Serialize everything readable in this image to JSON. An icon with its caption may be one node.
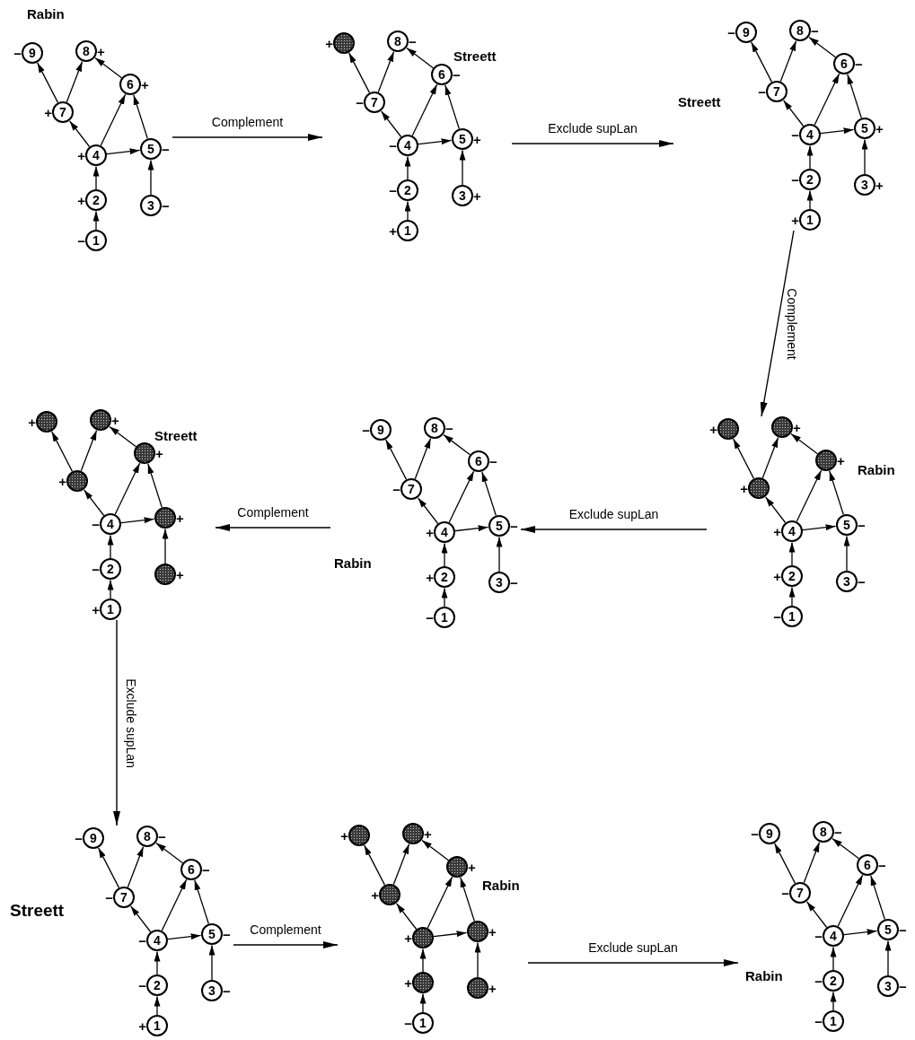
{
  "diagram": {
    "nodes": [
      {
        "text": [
          "Rabin"
        ]
      },
      {
        "text": [
          "9"
        ],
        "beside": [
          "−"
        ],
        "in": 0
      },
      {
        "text": [
          "8"
        ],
        "beside": [
          "+"
        ],
        "in": 0
      },
      {
        "text": [
          "6"
        ],
        "beside": [
          "+"
        ],
        "in": 0
      },
      {
        "text": [
          "7"
        ],
        "beside": [
          "+"
        ],
        "in": 0
      },
      {
        "text": [
          "4"
        ],
        "beside": [
          "+"
        ],
        "in": 0
      },
      {
        "text": [
          "5"
        ],
        "beside": [
          "−"
        ],
        "in": 0
      },
      {
        "text": [
          "2"
        ],
        "beside": [
          "+"
        ],
        "in": 0
      },
      {
        "text": [
          "3"
        ],
        "beside": [
          "−"
        ],
        "in": 0
      },
      {
        "text": [
          "1"
        ],
        "beside": [
          "−"
        ],
        "in": 0
      },
      {
        "text": [
          "Streett"
        ]
      },
      {
        "text": [],
        "shape": "circle",
        "beside": [
          "+"
        ],
        "in": 10
      },
      {
        "text": [
          "8"
        ],
        "beside": [
          "−"
        ],
        "in": 10
      },
      {
        "text": [
          "6"
        ],
        "beside": [
          "−"
        ],
        "in": 10
      },
      {
        "text": [
          "7"
        ],
        "beside": [
          "−"
        ],
        "in": 10
      },
      {
        "text": [
          "4"
        ],
        "beside": [
          "−"
        ],
        "in": 10
      },
      {
        "text": [
          "5"
        ],
        "beside": [
          "+"
        ],
        "in": 10
      },
      {
        "text": [
          "2"
        ],
        "beside": [
          "−"
        ],
        "in": 10
      },
      {
        "text": [
          "3"
        ],
        "beside": [
          "+"
        ],
        "in": 10
      },
      {
        "text": [
          "1"
        ],
        "beside": [
          "+"
        ],
        "in": 10
      },
      {
        "text": [
          "Streett"
        ]
      },
      {
        "text": [
          "9"
        ],
        "beside": [
          "−"
        ],
        "in": 20
      },
      {
        "text": [
          "8"
        ],
        "beside": [
          "−"
        ],
        "in": 20
      },
      {
        "text": [
          "6"
        ],
        "beside": [
          "−"
        ],
        "in": 20
      },
      {
        "text": [
          "7"
        ],
        "beside": [
          "−"
        ],
        "in": 20
      },
      {
        "text": [
          "4"
        ],
        "beside": [
          "−"
        ],
        "in": 20
      },
      {
        "text": [
          "5"
        ],
        "beside": [
          "+"
        ],
        "in": 20
      },
      {
        "text": [
          "2"
        ],
        "beside": [
          "−"
        ],
        "in": 20
      },
      {
        "text": [
          "3"
        ],
        "beside": [
          "+"
        ],
        "in": 20
      },
      {
        "text": [
          "1"
        ],
        "beside": [
          "+"
        ],
        "in": 20
      },
      {
        "text": [
          "Streett"
        ]
      },
      {
        "text": [],
        "shape": "circle",
        "beside": [
          "+"
        ],
        "in": 30
      },
      {
        "text": [],
        "shape": "circle",
        "beside": [
          "+"
        ],
        "in": 30
      },
      {
        "text": [],
        "shape": "circle",
        "beside": [
          "+"
        ],
        "in": 30
      },
      {
        "text": [],
        "shape": "circle",
        "beside": [
          "+"
        ],
        "in": 30
      },
      {
        "text": [
          "4"
        ],
        "beside": [
          "−"
        ],
        "in": 30
      },
      {
        "text": [],
        "shape": "circle",
        "beside": [
          "+"
        ],
        "in": 30
      },
      {
        "text": [
          "2"
        ],
        "beside": [
          "−"
        ],
        "in": 30
      },
      {
        "text": [],
        "shape": "circle",
        "beside": [
          "+"
        ],
        "in": 30
      },
      {
        "text": [
          "1"
        ],
        "beside": [
          "+"
        ],
        "in": 30
      },
      {
        "text": [
          "Rabin"
        ]
      },
      {
        "text": [
          "9"
        ],
        "beside": [
          "−"
        ],
        "in": 40
      },
      {
        "text": [
          "8"
        ],
        "beside": [
          "−"
        ],
        "in": 40
      },
      {
        "text": [
          "6"
        ],
        "beside": [
          "−"
        ],
        "in": 40
      },
      {
        "text": [
          "7"
        ],
        "beside": [
          "−"
        ],
        "in": 40
      },
      {
        "text": [
          "4"
        ],
        "beside": [
          "+"
        ],
        "in": 40
      },
      {
        "text": [
          "5"
        ],
        "beside": [
          "−"
        ],
        "in": 40
      },
      {
        "text": [
          "2"
        ],
        "beside": [
          "+"
        ],
        "in": 40
      },
      {
        "text": [
          "3"
        ],
        "beside": [
          "−"
        ],
        "in": 40
      },
      {
        "text": [
          "1"
        ],
        "beside": [
          "−"
        ],
        "in": 40
      },
      {
        "text": [
          "Rabin"
        ]
      },
      {
        "text": [],
        "shape": "circle",
        "beside": [
          "+"
        ],
        "in": 50
      },
      {
        "text": [],
        "shape": "circle",
        "beside": [
          "+"
        ],
        "in": 50
      },
      {
        "text": [],
        "shape": "circle",
        "beside": [
          "+"
        ],
        "in": 50
      },
      {
        "text": [],
        "shape": "circle",
        "beside": [
          "+"
        ],
        "in": 50
      },
      {
        "text": [
          "4"
        ],
        "beside": [
          "+"
        ],
        "in": 50
      },
      {
        "text": [
          "5"
        ],
        "beside": [
          "−"
        ],
        "in": 50
      },
      {
        "text": [
          "2"
        ],
        "beside": [
          "+"
        ],
        "in": 50
      },
      {
        "text": [
          "3"
        ],
        "beside": [
          "−"
        ],
        "in": 50
      },
      {
        "text": [
          "1"
        ],
        "beside": [
          "−"
        ],
        "in": 50
      },
      {
        "text": [
          "Streett"
        ]
      },
      {
        "text": [
          "9"
        ],
        "beside": [
          "−"
        ],
        "in": 60
      },
      {
        "text": [
          "8"
        ],
        "beside": [
          "−"
        ],
        "in": 60
      },
      {
        "text": [
          "6"
        ],
        "beside": [
          "−"
        ],
        "in": 60
      },
      {
        "text": [
          "7"
        ],
        "beside": [
          "−"
        ],
        "in": 60
      },
      {
        "text": [
          "4"
        ],
        "beside": [
          "−"
        ],
        "in": 60
      },
      {
        "text": [
          "5"
        ],
        "beside": [
          "−"
        ],
        "in": 60
      },
      {
        "text": [
          "2"
        ],
        "beside": [
          "−"
        ],
        "in": 60
      },
      {
        "text": [
          "3"
        ],
        "beside": [
          "−"
        ],
        "in": 60
      },
      {
        "text": [
          "1"
        ],
        "beside": [
          "+"
        ],
        "in": 60
      },
      {
        "text": [
          "Rabin"
        ]
      },
      {
        "text": [],
        "shape": "circle",
        "beside": [
          "+"
        ],
        "in": 70
      },
      {
        "text": [],
        "shape": "circle",
        "beside": [
          "+"
        ],
        "in": 70
      },
      {
        "text": [],
        "shape": "circle",
        "beside": [
          "+"
        ],
        "in": 70
      },
      {
        "text": [],
        "shape": "circle",
        "beside": [
          "+"
        ],
        "in": 70
      },
      {
        "text": [],
        "shape": "circle",
        "beside": [
          "+"
        ],
        "in": 70
      },
      {
        "text": [],
        "shape": "circle",
        "beside": [
          "+"
        ],
        "in": 70
      },
      {
        "text": [],
        "shape": "circle",
        "beside": [
          "+"
        ],
        "in": 70
      },
      {
        "text": [],
        "shape": "circle",
        "beside": [
          "+"
        ],
        "in": 70
      },
      {
        "text": [
          "1"
        ],
        "beside": [
          "−"
        ],
        "in": 70
      },
      {
        "text": [
          "Rabin"
        ]
      },
      {
        "text": [
          "9"
        ],
        "beside": [
          "−"
        ],
        "in": 80
      },
      {
        "text": [
          "8"
        ],
        "beside": [
          "−"
        ],
        "in": 80
      },
      {
        "text": [
          "6"
        ],
        "beside": [
          "−"
        ],
        "in": 80
      },
      {
        "text": [
          "7"
        ],
        "beside": [
          "−"
        ],
        "in": 80
      },
      {
        "text": [
          "4"
        ],
        "beside": [
          "−"
        ],
        "in": 80
      },
      {
        "text": [
          "5"
        ],
        "beside": [
          "−"
        ],
        "in": 80
      },
      {
        "text": [
          "2"
        ],
        "beside": [
          "−"
        ],
        "in": 80
      },
      {
        "text": [
          "3"
        ],
        "beside": [
          "−"
        ],
        "in": 80
      },
      {
        "text": [
          "1"
        ],
        "beside": [
          "−"
        ],
        "in": 80
      }
    ],
    "edges": [
      {
        "from": 4,
        "to": 1,
        "arrow": "to"
      },
      {
        "from": 4,
        "to": 2,
        "arrow": "to"
      },
      {
        "from": 3,
        "to": 2,
        "arrow": "to"
      },
      {
        "from": 5,
        "to": 4,
        "arrow": "to"
      },
      {
        "from": 5,
        "to": 3,
        "arrow": "to"
      },
      {
        "from": 5,
        "to": 6,
        "arrow": "to"
      },
      {
        "from": 6,
        "to": 3,
        "arrow": "to"
      },
      {
        "from": 7,
        "to": 5,
        "arrow": "to"
      },
      {
        "from": 8,
        "to": 6,
        "arrow": "to"
      },
      {
        "from": 9,
        "to": 7,
        "arrow": "to"
      },
      {
        "from": 14,
        "to": 11,
        "arrow": "to"
      },
      {
        "from": 14,
        "to": 12,
        "arrow": "to"
      },
      {
        "from": 13,
        "to": 12,
        "arrow": "to"
      },
      {
        "from": 15,
        "to": 14,
        "arrow": "to"
      },
      {
        "from": 15,
        "to": 13,
        "arrow": "to"
      },
      {
        "from": 15,
        "to": 16,
        "arrow": "to"
      },
      {
        "from": 16,
        "to": 13,
        "arrow": "to"
      },
      {
        "from": 17,
        "to": 15,
        "arrow": "to"
      },
      {
        "from": 18,
        "to": 16,
        "arrow": "to"
      },
      {
        "from": 19,
        "to": 17,
        "arrow": "to"
      },
      {
        "from": 24,
        "to": 21,
        "arrow": "to"
      },
      {
        "from": 24,
        "to": 22,
        "arrow": "to"
      },
      {
        "from": 23,
        "to": 22,
        "arrow": "to"
      },
      {
        "from": 25,
        "to": 24,
        "arrow": "to"
      },
      {
        "from": 25,
        "to": 23,
        "arrow": "to"
      },
      {
        "from": 25,
        "to": 26,
        "arrow": "to"
      },
      {
        "from": 26,
        "to": 23,
        "arrow": "to"
      },
      {
        "from": 27,
        "to": 25,
        "arrow": "to"
      },
      {
        "from": 28,
        "to": 26,
        "arrow": "to"
      },
      {
        "from": 29,
        "to": 27,
        "arrow": "to"
      },
      {
        "from": 34,
        "to": 31,
        "arrow": "to"
      },
      {
        "from": 34,
        "to": 32,
        "arrow": "to"
      },
      {
        "from": 33,
        "to": 32,
        "arrow": "to"
      },
      {
        "from": 35,
        "to": 34,
        "arrow": "to"
      },
      {
        "from": 35,
        "to": 33,
        "arrow": "to"
      },
      {
        "from": 35,
        "to": 36,
        "arrow": "to"
      },
      {
        "from": 36,
        "to": 33,
        "arrow": "to"
      },
      {
        "from": 37,
        "to": 35,
        "arrow": "to"
      },
      {
        "from": 38,
        "to": 36,
        "arrow": "to"
      },
      {
        "from": 39,
        "to": 37,
        "arrow": "to"
      },
      {
        "from": 44,
        "to": 41,
        "arrow": "to"
      },
      {
        "from": 44,
        "to": 42,
        "arrow": "to"
      },
      {
        "from": 43,
        "to": 42,
        "arrow": "to"
      },
      {
        "from": 45,
        "to": 44,
        "arrow": "to"
      },
      {
        "from": 45,
        "to": 43,
        "arrow": "to"
      },
      {
        "from": 45,
        "to": 46,
        "arrow": "to"
      },
      {
        "from": 46,
        "to": 43,
        "arrow": "to"
      },
      {
        "from": 47,
        "to": 45,
        "arrow": "to"
      },
      {
        "from": 48,
        "to": 46,
        "arrow": "to"
      },
      {
        "from": 49,
        "to": 47,
        "arrow": "to"
      },
      {
        "from": 54,
        "to": 51,
        "arrow": "to"
      },
      {
        "from": 54,
        "to": 52,
        "arrow": "to"
      },
      {
        "from": 53,
        "to": 52,
        "arrow": "to"
      },
      {
        "from": 55,
        "to": 54,
        "arrow": "to"
      },
      {
        "from": 55,
        "to": 53,
        "arrow": "to"
      },
      {
        "from": 55,
        "to": 56,
        "arrow": "to"
      },
      {
        "from": 56,
        "to": 53,
        "arrow": "to"
      },
      {
        "from": 57,
        "to": 55,
        "arrow": "to"
      },
      {
        "from": 58,
        "to": 56,
        "arrow": "to"
      },
      {
        "from": 59,
        "to": 57,
        "arrow": "to"
      },
      {
        "from": 64,
        "to": 61,
        "arrow": "to"
      },
      {
        "from": 64,
        "to": 62,
        "arrow": "to"
      },
      {
        "from": 63,
        "to": 62,
        "arrow": "to"
      },
      {
        "from": 65,
        "to": 64,
        "arrow": "to"
      },
      {
        "from": 65,
        "to": 63,
        "arrow": "to"
      },
      {
        "from": 65,
        "to": 66,
        "arrow": "to"
      },
      {
        "from": 66,
        "to": 63,
        "arrow": "to"
      },
      {
        "from": 67,
        "to": 65,
        "arrow": "to"
      },
      {
        "from": 68,
        "to": 66,
        "arrow": "to"
      },
      {
        "from": 69,
        "to": 67,
        "arrow": "to"
      },
      {
        "from": 74,
        "to": 71,
        "arrow": "to"
      },
      {
        "from": 74,
        "to": 72,
        "arrow": "to"
      },
      {
        "from": 73,
        "to": 72,
        "arrow": "to"
      },
      {
        "from": 75,
        "to": 74,
        "arrow": "to"
      },
      {
        "from": 75,
        "to": 73,
        "arrow": "to"
      },
      {
        "from": 75,
        "to": 76,
        "arrow": "to"
      },
      {
        "from": 76,
        "to": 73,
        "arrow": "to"
      },
      {
        "from": 77,
        "to": 75,
        "arrow": "to"
      },
      {
        "from": 78,
        "to": 76,
        "arrow": "to"
      },
      {
        "from": 79,
        "to": 77,
        "arrow": "to"
      },
      {
        "from": 84,
        "to": 81,
        "arrow": "to"
      },
      {
        "from": 84,
        "to": 82,
        "arrow": "to"
      },
      {
        "from": 83,
        "to": 82,
        "arrow": "to"
      },
      {
        "from": 85,
        "to": 84,
        "arrow": "to"
      },
      {
        "from": 85,
        "to": 83,
        "arrow": "to"
      },
      {
        "from": 85,
        "to": 86,
        "arrow": "to"
      },
      {
        "from": 86,
        "to": 83,
        "arrow": "to"
      },
      {
        "from": 87,
        "to": 85,
        "arrow": "to"
      },
      {
        "from": 88,
        "to": 86,
        "arrow": "to"
      },
      {
        "from": 89,
        "to": 87,
        "arrow": "to"
      },
      {
        "from": 0,
        "to": 10,
        "arrow": "to",
        "label": "Complement"
      },
      {
        "from": 10,
        "to": 20,
        "arrow": "to",
        "label": "Exclude supLan"
      },
      {
        "from": 20,
        "to": 50,
        "arrow": "to",
        "label": "Complement"
      },
      {
        "from": 50,
        "to": 40,
        "arrow": "to",
        "label": "Exclude supLan"
      },
      {
        "from": 40,
        "to": 30,
        "arrow": "to",
        "label": "Complement"
      },
      {
        "from": 30,
        "to": 60,
        "arrow": "to",
        "label": "Exclude supLan"
      },
      {
        "from": 60,
        "to": 70,
        "arrow": "to",
        "label": "Complement"
      },
      {
        "from": 70,
        "to": 80,
        "arrow": "to",
        "label": "Exclude supLan"
      }
    ]
  }
}
